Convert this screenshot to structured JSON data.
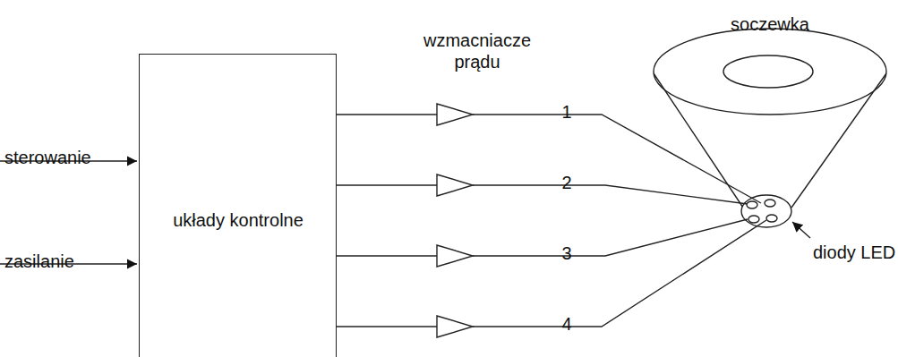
{
  "diagram": {
    "nodes": [
      {
        "text": [
          "układy kontrolne"
        ]
      }
    ],
    "labels": [
      "soczewka",
      "wzmacniacze prądu",
      "sterowanie",
      "zasilanie",
      "1",
      "2",
      "3",
      "4",
      "diody LED"
    ]
  }
}
